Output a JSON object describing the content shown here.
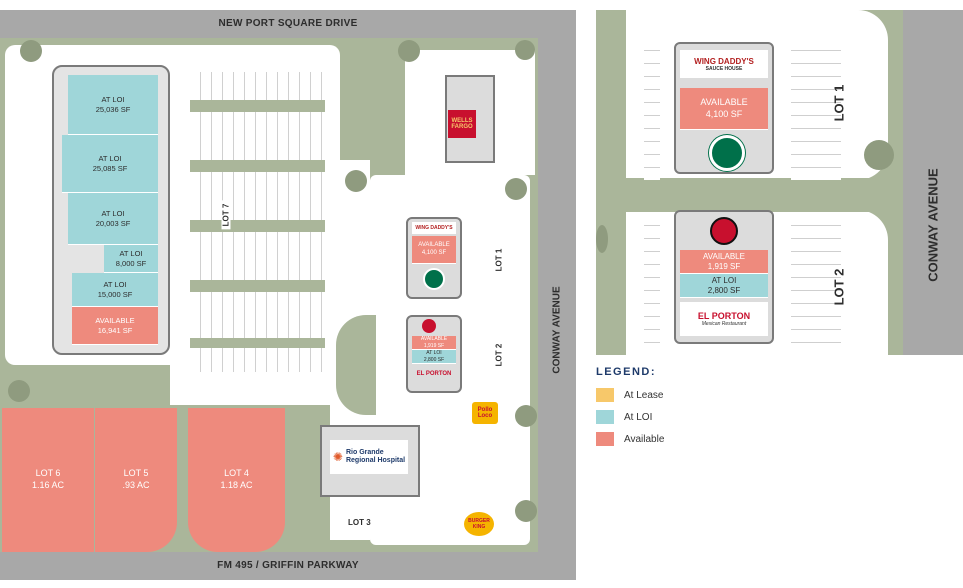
{
  "colors": {
    "road": "#a8a8a8",
    "grass": "#aab69a",
    "at_lease": "#f7c86a",
    "at_loi": "#9fd6d9",
    "available": "#ee8a7d"
  },
  "roads": {
    "north": "NEW PORT SQUARE DRIVE",
    "south": "FM 495 / GRIFFIN PARKWAY",
    "east_site": "CONWAY AVENUE",
    "east_detail": "CONWAY AVENUE"
  },
  "site": {
    "lot7_label": "LOT 7",
    "lot1_label": "LOT 1",
    "lot2_label": "LOT 2",
    "lot3_label": "LOT 3",
    "units": [
      {
        "status": "AT LOI",
        "size": "25,036 SF"
      },
      {
        "status": "AT LOI",
        "size": "25,085 SF"
      },
      {
        "status": "AT LOI",
        "size": "20,003 SF"
      },
      {
        "status": "AT LOI",
        "size": "8,000 SF"
      },
      {
        "status": "AT LOI",
        "size": "15,000 SF"
      },
      {
        "status": "AVAILABLE",
        "size": "16,941 SF"
      }
    ],
    "pads": [
      {
        "name": "LOT 6",
        "area": "1.16 AC"
      },
      {
        "name": "LOT 5",
        "area": ".93 AC"
      },
      {
        "name": "LOT 4",
        "area": "1.18 AC"
      }
    ],
    "lot1_building": {
      "brand": "WING DADDY'S",
      "status": "AVAILABLE",
      "size": "4,100 SF"
    },
    "lot2_building": {
      "status1": "AVAILABLE",
      "size1": "1,919 SF",
      "status2": "AT LOI",
      "size2": "2,800 SF",
      "brand": "EL PORTON"
    },
    "wells_fargo": "WELLS FARGO",
    "hospital_line1": "Rio Grande",
    "hospital_line2": "Regional Hospital",
    "burger_king": "BURGER KING",
    "pollo": "Pollo Loco"
  },
  "detail": {
    "lot1_label": "LOT 1",
    "lot2_label": "LOT 2",
    "wing_daddys_name": "WING DADDY'S",
    "wing_daddys_sub": "SAUCE HOUSE",
    "lot1_status": "AVAILABLE",
    "lot1_size": "4,100 SF",
    "lot2_status1": "AVAILABLE",
    "lot2_size1": "1,919 SF",
    "lot2_status2": "AT LOI",
    "lot2_size2": "2,800 SF",
    "el_porton_name": "EL PORTON",
    "el_porton_sub": "Mexican Restaurant"
  },
  "legend": {
    "title": "LEGEND:",
    "items": [
      {
        "label": "At Lease",
        "color": "#f7c86a"
      },
      {
        "label": "At LOI",
        "color": "#9fd6d9"
      },
      {
        "label": "Available",
        "color": "#ee8a7d"
      }
    ]
  }
}
